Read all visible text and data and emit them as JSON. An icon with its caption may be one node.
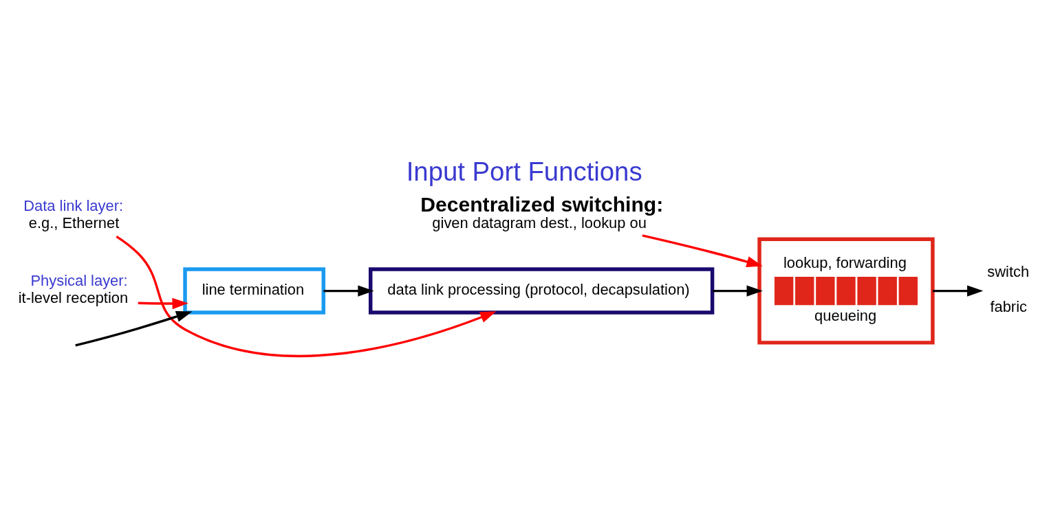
{
  "diagram": {
    "title": "Input Port Functions",
    "nodes": [
      {
        "text": [
          "line termination"
        ]
      },
      {
        "text": [
          "data link processing (protocol, decapsulation)"
        ]
      },
      {
        "text": [
          "lookup, forwarding",
          "queueing"
        ]
      },
      {
        "text": [
          "switch fabric"
        ]
      },
      {
        "text": [
          "Physical layer:",
          "it-level reception"
        ]
      },
      {
        "text": [
          "Data link layer:",
          "e.g., Ethernet"
        ]
      },
      {
        "text": [
          "Decentralized switching:",
          "given datagram dest., lookup ou"
        ]
      }
    ],
    "edges": [
      {
        "from": null,
        "to": 0,
        "arrow": "to"
      },
      {
        "from": 0,
        "to": 1,
        "arrow": "to"
      },
      {
        "from": 1,
        "to": 2,
        "arrow": "to"
      },
      {
        "from": 2,
        "to": 3,
        "arrow": "to"
      },
      {
        "from": 4,
        "to": 0,
        "arrow": "to",
        "color": "#ff0000"
      },
      {
        "from": 5,
        "to": 1,
        "arrow": "to",
        "color": "#ff0000"
      },
      {
        "from": 6,
        "to": 2,
        "arrow": "to",
        "color": "#ff0000"
      }
    ]
  }
}
